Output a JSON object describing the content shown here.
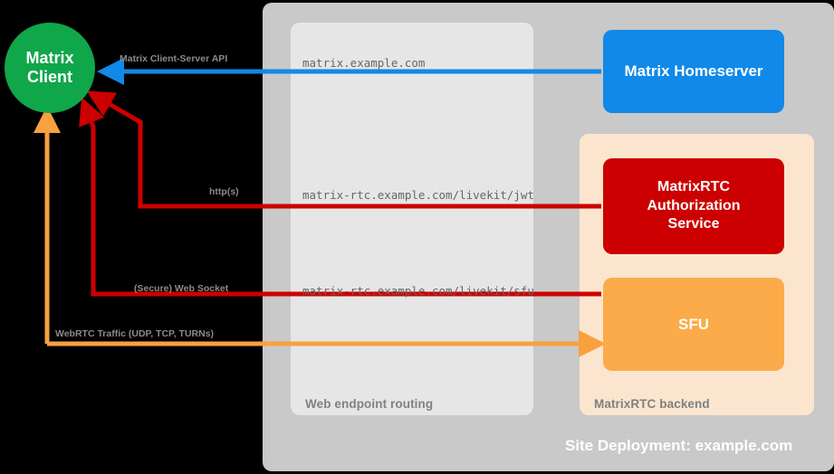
{
  "diagram": {
    "title": "Site Deployment: example.com",
    "background": "#000000"
  },
  "panels": {
    "site": {
      "label": "Site Deployment: example.com",
      "color": "#c9c9c9"
    },
    "web_endpoint_routing": {
      "label": "Web endpoint routing",
      "color": "#e6e6e6"
    },
    "matrixrtc_backend": {
      "label": "MatrixRTC backend",
      "color": "#fce5ce"
    }
  },
  "nodes": {
    "client": {
      "line1": "Matrix",
      "line2": "Client",
      "color": "#10a64a"
    },
    "homeserver": {
      "label": "Matrix Homeserver",
      "color": "#1189e8"
    },
    "auth": {
      "line1": "MatrixRTC",
      "line2": "Authorization",
      "line3": "Service",
      "color": "#cc0000"
    },
    "sfu": {
      "label": "SFU",
      "color": "#fbab49"
    }
  },
  "connections": [
    {
      "label": "Matrix Client-Server API",
      "url": "matrix.example.com",
      "color": "#1189e8"
    },
    {
      "label": "http(s)",
      "url": "matrix-rtc.example.com/livekit/jwt",
      "color": "#cc0000"
    },
    {
      "label": "(Secure) Web Socket",
      "url": "matrix-rtc.example.com/livekit/sfu",
      "color": "#cc0000"
    },
    {
      "label": "WebRTC Traffic (UDP, TCP, TURNs)",
      "url": "",
      "color": "#f9a03f"
    }
  ]
}
